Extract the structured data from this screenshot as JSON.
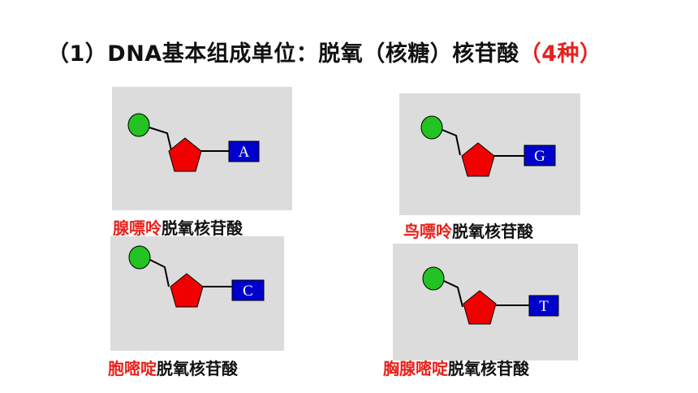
{
  "slide": {
    "title_main": "（1）DNA基本组成单位：脱氧（核糖）核苷酸",
    "title_accent": "（4种）",
    "colors": {
      "accent": "#e8201b",
      "panel": "#dcdcdc",
      "phosphate": "#22c322",
      "sugar": "#f00000",
      "base_box": "#0000cc"
    }
  },
  "nucleotides": [
    {
      "base_letter": "A",
      "base_name": "腺嘌呤",
      "suffix": "脱氧核苷酸"
    },
    {
      "base_letter": "G",
      "base_name": "鸟嘌呤",
      "suffix": "脱氧核苷酸"
    },
    {
      "base_letter": "C",
      "base_name": "胞嘧啶",
      "suffix": "脱氧核苷酸"
    },
    {
      "base_letter": "T",
      "base_name": "胸腺嘧啶",
      "suffix": "脱氧核苷酸"
    }
  ]
}
